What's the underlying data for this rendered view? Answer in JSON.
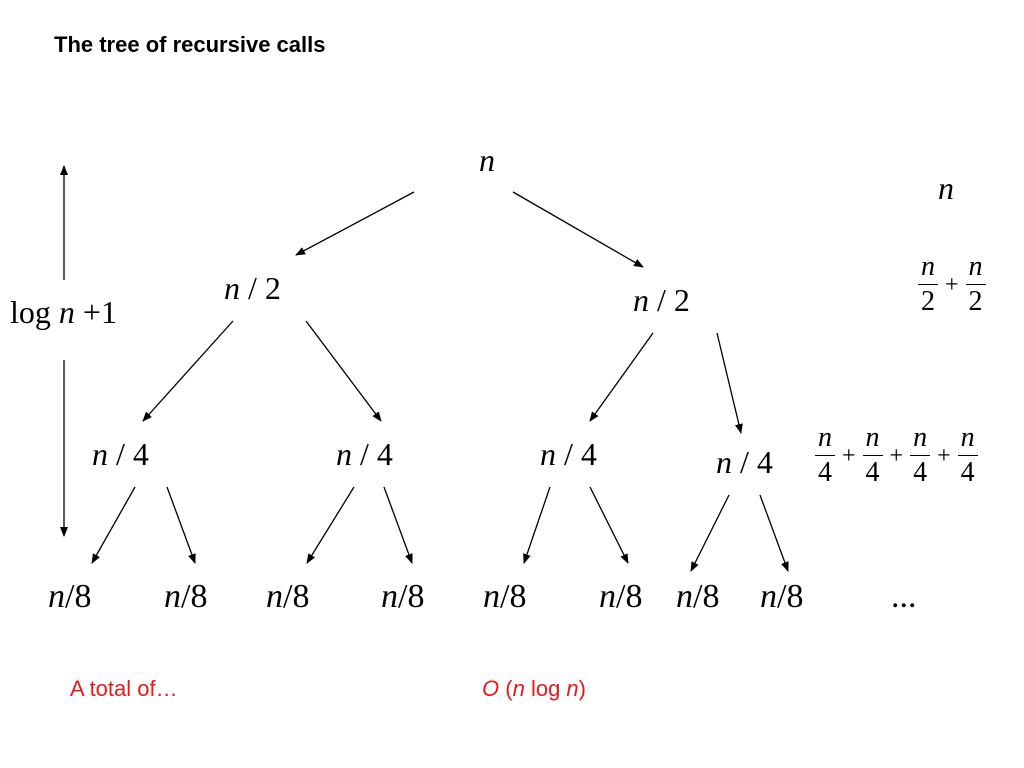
{
  "title": "The tree of recursive calls",
  "height_label": {
    "text": "log n +1",
    "log": "log",
    "var": "n",
    "tail": "+1"
  },
  "tree": {
    "root": {
      "var": "n",
      "op": ""
    },
    "level1": [
      {
        "var": "n",
        "op": " / 2"
      },
      {
        "var": "n",
        "op": " / 2"
      }
    ],
    "level2": [
      {
        "var": "n",
        "op": " / 4"
      },
      {
        "var": "n",
        "op": " / 4"
      },
      {
        "var": "n",
        "op": " / 4"
      },
      {
        "var": "n",
        "op": " / 4"
      }
    ],
    "level3": [
      {
        "var": "n",
        "op": "/8"
      },
      {
        "var": "n",
        "op": "/8"
      },
      {
        "var": "n",
        "op": "/8"
      },
      {
        "var": "n",
        "op": "/8"
      },
      {
        "var": "n",
        "op": "/8"
      },
      {
        "var": "n",
        "op": "/8"
      },
      {
        "var": "n",
        "op": "/8"
      },
      {
        "var": "n",
        "op": "/8"
      }
    ],
    "ellipsis": "..."
  },
  "level_sums": {
    "row0": "n",
    "row1": {
      "num": "n",
      "den": "2",
      "count": 2,
      "plus": "+"
    },
    "row2": {
      "num": "n",
      "den": "4",
      "count": 4,
      "plus": "+"
    }
  },
  "footer": {
    "total_text": "A total of…",
    "complexity": {
      "O": "O",
      "open": " (",
      "n1": "n",
      "log": " log ",
      "n2": "n",
      "close": ")"
    }
  }
}
